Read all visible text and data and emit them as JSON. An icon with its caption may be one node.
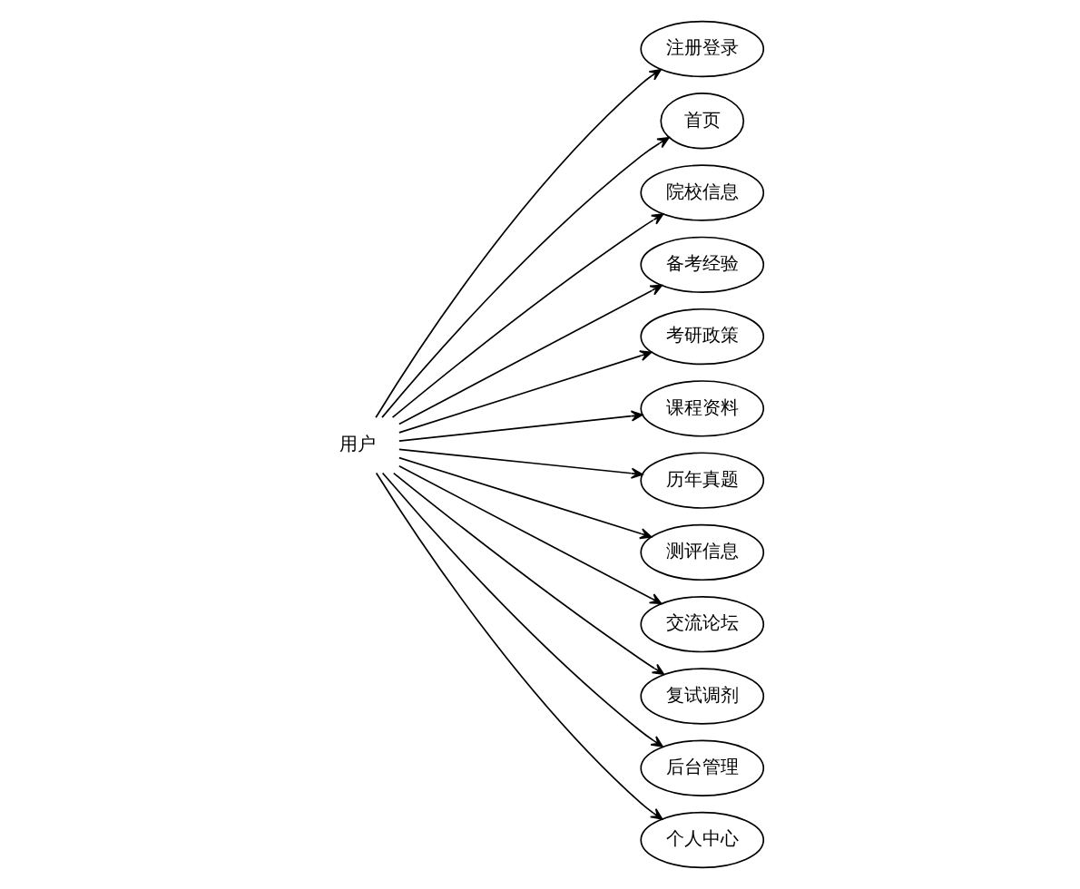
{
  "diagram": {
    "nodes": [
      {
        "text": [
          "用户"
        ]
      },
      {
        "text": [
          "注册登录"
        ]
      },
      {
        "text": [
          "首页"
        ]
      },
      {
        "text": [
          "院校信息"
        ]
      },
      {
        "text": [
          "备考经验"
        ]
      },
      {
        "text": [
          "考研政策"
        ]
      },
      {
        "text": [
          "课程资料"
        ]
      },
      {
        "text": [
          "历年真题"
        ]
      },
      {
        "text": [
          "测评信息"
        ]
      },
      {
        "text": [
          "交流论坛"
        ]
      },
      {
        "text": [
          "复试调剂"
        ]
      },
      {
        "text": [
          "后台管理"
        ]
      },
      {
        "text": [
          "个人中心"
        ]
      }
    ],
    "edges": [
      {
        "from": 0,
        "to": 1,
        "arrow": "to"
      },
      {
        "from": 0,
        "to": 2,
        "arrow": "to"
      },
      {
        "from": 0,
        "to": 3,
        "arrow": "to"
      },
      {
        "from": 0,
        "to": 4,
        "arrow": "to"
      },
      {
        "from": 0,
        "to": 5,
        "arrow": "to"
      },
      {
        "from": 0,
        "to": 6,
        "arrow": "to"
      },
      {
        "from": 0,
        "to": 7,
        "arrow": "to"
      },
      {
        "from": 0,
        "to": 8,
        "arrow": "to"
      },
      {
        "from": 0,
        "to": 9,
        "arrow": "to"
      },
      {
        "from": 0,
        "to": 10,
        "arrow": "to"
      },
      {
        "from": 0,
        "to": 11,
        "arrow": "to"
      },
      {
        "from": 0,
        "to": 12,
        "arrow": "to"
      }
    ]
  }
}
